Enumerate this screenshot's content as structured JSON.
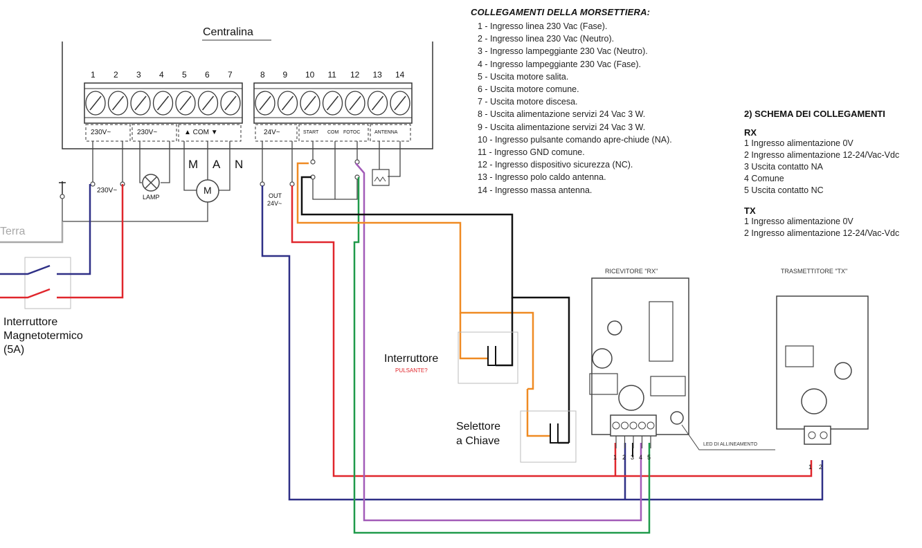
{
  "control_unit": {
    "title": "Centralina",
    "terminal_numbers": [
      "1",
      "2",
      "3",
      "4",
      "5",
      "6",
      "7",
      "8",
      "9",
      "10",
      "11",
      "12",
      "13",
      "14"
    ],
    "group_labels": [
      "230V~",
      "230V~",
      "▲ COM ▼",
      "24V~",
      "START",
      "COM",
      "FOTOC",
      "ANTENNA"
    ],
    "man_labels": [
      "M",
      "A",
      "N"
    ],
    "terminal_230v": "230V~",
    "lamp_label": "LAMP",
    "motor_label": "M",
    "out_label_1": "OUT",
    "out_label_2": "24V~"
  },
  "terminal_legend": {
    "title": "COLLEGAMENTI DELLA MORSETTIERA:",
    "items": [
      "1 - Ingresso linea 230 Vac (Fase).",
      "2 - Ingresso linea 230 Vac (Neutro).",
      "3 - Ingresso lampeggiante 230 Vac (Neutro).",
      "4 - Ingresso lampeggiante 230 Vac (Fase).",
      "5 - Uscita motore salita.",
      "6 - Uscita motore comune.",
      "7 - Uscita motore discesa.",
      "8 - Uscita alimentazione servizi 24 Vac 3 W.",
      "9 - Uscita alimentazione servizi 24 Vac 3 W.",
      "10 - Ingresso pulsante comando apre-chiude (NA).",
      "11 - Ingresso GND comune.",
      "12 - Ingresso dispositivo sicurezza (NC).",
      "13 - Ingresso polo caldo antenna.",
      "14 - Ingresso massa antenna."
    ]
  },
  "schema": {
    "title": "2) SCHEMA DEI COLLEGAMENTI",
    "rx_heading": "RX",
    "rx_items": [
      "1 Ingresso alimentazione 0V",
      "2 Ingresso alimentazione 12-24/Vac-Vdc",
      "3 Uscita contatto NA",
      "4 Comune",
      "5 Uscita contatto NC"
    ],
    "tx_heading": "TX",
    "tx_items": [
      "1 Ingresso alimentazione 0V",
      "2 Ingresso alimentazione 12-24/Vac-Vdc"
    ]
  },
  "labels": {
    "terra": "Terra",
    "breaker": [
      "Interruttore",
      "Magnetotermico",
      "(5A)"
    ],
    "button": "Interruttore",
    "button_note": "PULSANTE?",
    "key_selector": [
      "Selettore",
      "a Chiave"
    ],
    "receiver": "RICEVITORE  \"RX\"",
    "transmitter": "TRASMETTITORE  \"TX\"",
    "led": "LED  DI  ALLINEAMENTO",
    "rx_pins": [
      "1",
      "2",
      "3",
      "4",
      "5"
    ],
    "tx_pins": [
      "1",
      "2"
    ]
  },
  "colors": {
    "blue": "#2e2f86",
    "red": "#e0262c",
    "orange": "#ef8a22",
    "black": "#111111",
    "purple": "#a25bb8",
    "green": "#1f9a4a",
    "gray": "#a8a8a8",
    "note_red": "#e0262c"
  }
}
